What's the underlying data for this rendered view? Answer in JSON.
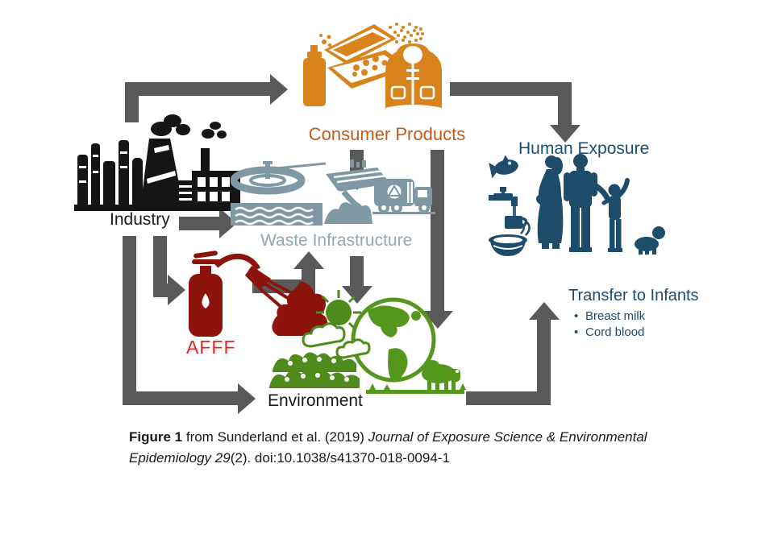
{
  "figure": {
    "arrow_color": "#595959",
    "nodes": {
      "industry": {
        "label": "Industry",
        "color": "#1a1a1a"
      },
      "consumer_products": {
        "label": "Consumer Products",
        "color": "#bf5b1d"
      },
      "waste_infrastructure": {
        "label": "Waste Infrastructure",
        "color": "#93a9b1"
      },
      "afff": {
        "label": "AFFF",
        "color": "#e8251c"
      },
      "environment": {
        "label": "Environment",
        "color": "#1a1a1a"
      },
      "human_exposure": {
        "label": "Human Exposure",
        "color": "#1d4d6e"
      },
      "transfer_to_infants": {
        "label": "Transfer to Infants",
        "color": "#1d4d6e",
        "bullets": [
          "Breast milk",
          "Cord blood"
        ]
      }
    },
    "edges": [
      "Industry -> Consumer Products",
      "Industry -> Waste Infrastructure",
      "Industry -> AFFF",
      "Industry -> Environment",
      "Consumer Products -> Waste Infrastructure",
      "Consumer Products -> Environment",
      "Consumer Products -> Human Exposure",
      "AFFF <-> Waste Infrastructure / Environment",
      "Waste Infrastructure -> Environment",
      "Environment -> Human Exposure (Transfer to Infants)"
    ],
    "icon_colors": {
      "industry": "#151515",
      "consumer_products": "#d8831c",
      "waste_infrastructure": "#7e99a4",
      "afff": "#8c140c",
      "environment": "#4f8a1d",
      "human_exposure": "#1e4d6b"
    }
  },
  "caption": {
    "figure_label": "Figure 1",
    "text_after_label": " from Sunderland et al. (2019) ",
    "journal_italic": "Journal of Exposure Science & Environmental Epidemiology 29",
    "text_end": "(2). doi:10.1038/s41370-018-0094-1"
  }
}
